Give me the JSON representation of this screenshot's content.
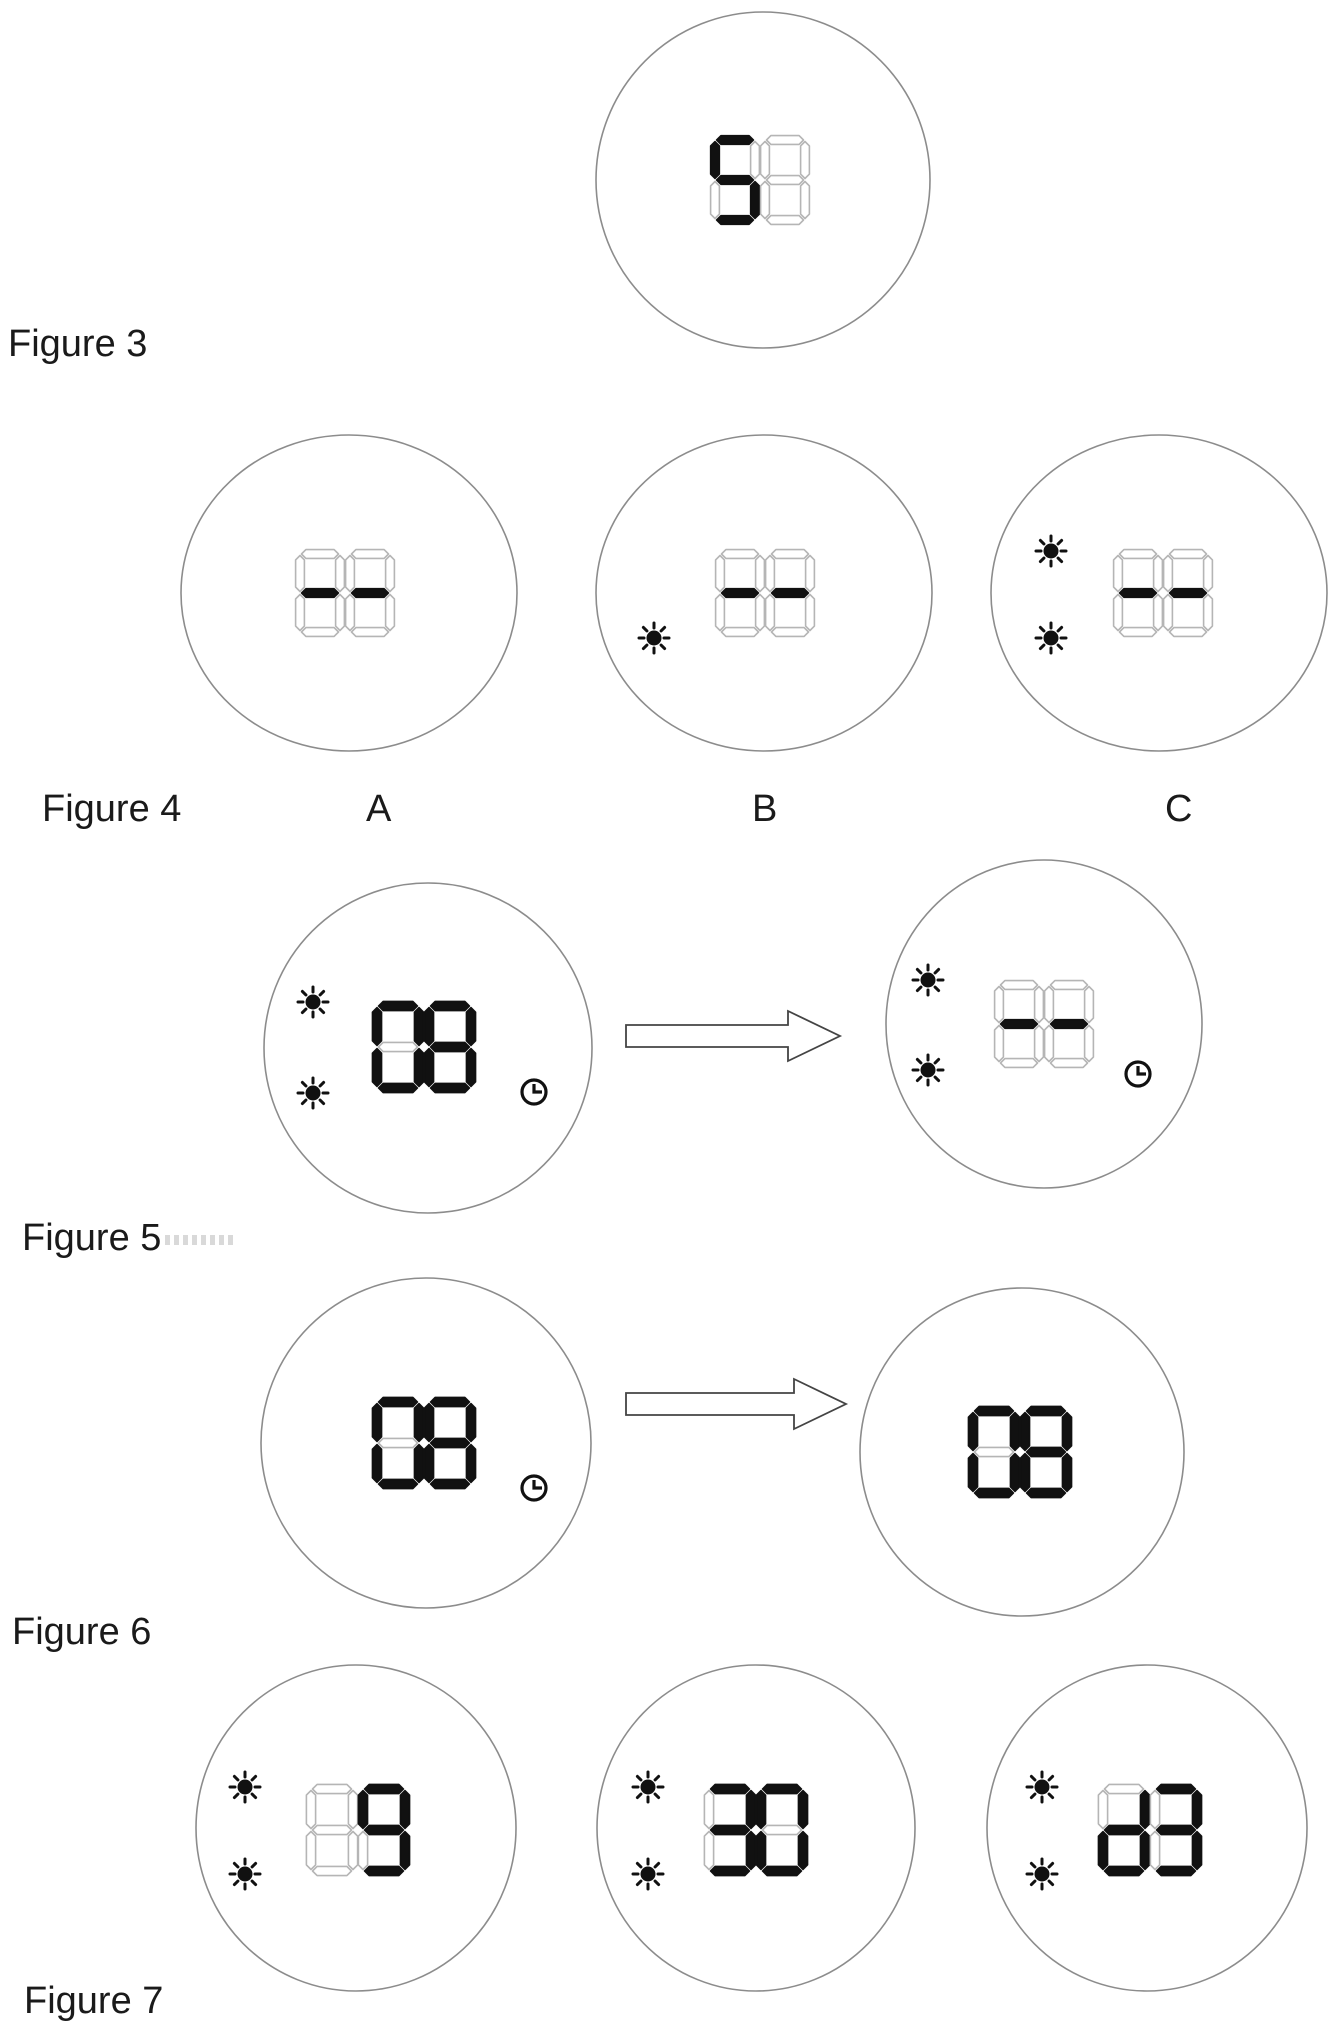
{
  "captions": {
    "figure3": "Figure 3",
    "figure4": "Figure 4",
    "figure4_a": "A",
    "figure4_b": "B",
    "figure4_c": "C",
    "figure5": "Figure 5",
    "figure6": "Figure 6",
    "figure7": "Figure 7"
  },
  "colors": {
    "digit_on": "#111111",
    "digit_off_outline": "#b5b5b5",
    "circle_stroke": "#8c8c8c",
    "icon": "#111111"
  },
  "displays": [
    {
      "id": "fig3",
      "digits": [
        "S",
        " "
      ],
      "icons": []
    },
    {
      "id": "fig4-a",
      "digits": [
        "-",
        "-"
      ],
      "icons": []
    },
    {
      "id": "fig4-b",
      "digits": [
        "-",
        "-"
      ],
      "icons": [
        "sun"
      ]
    },
    {
      "id": "fig4-c",
      "digits": [
        "-",
        "-"
      ],
      "icons": [
        "sun",
        "sun"
      ]
    },
    {
      "id": "fig5-before",
      "digits": [
        "0",
        "8"
      ],
      "icons": [
        "sun",
        "sun",
        "clock"
      ]
    },
    {
      "id": "fig5-after",
      "digits": [
        "-",
        "-"
      ],
      "icons": [
        "sun",
        "sun",
        "clock"
      ]
    },
    {
      "id": "fig6-before",
      "digits": [
        "0",
        "8"
      ],
      "icons": [
        "clock"
      ]
    },
    {
      "id": "fig6-after",
      "digits": [
        "0",
        "8"
      ],
      "icons": []
    },
    {
      "id": "fig7-a",
      "digits": [
        " ",
        "9"
      ],
      "icons": [
        "sun",
        "sun"
      ]
    },
    {
      "id": "fig7-b",
      "digits": [
        "3",
        "0"
      ],
      "icons": [
        "sun",
        "sun"
      ]
    },
    {
      "id": "fig7-c",
      "digits": [
        "d",
        "3"
      ],
      "icons": [
        "sun",
        "sun"
      ]
    }
  ],
  "arrows": [
    {
      "from": "fig5-before",
      "to": "fig5-after",
      "icon": "right-arrow-icon"
    },
    {
      "from": "fig6-before",
      "to": "fig6-after",
      "icon": "right-arrow-icon"
    }
  ]
}
